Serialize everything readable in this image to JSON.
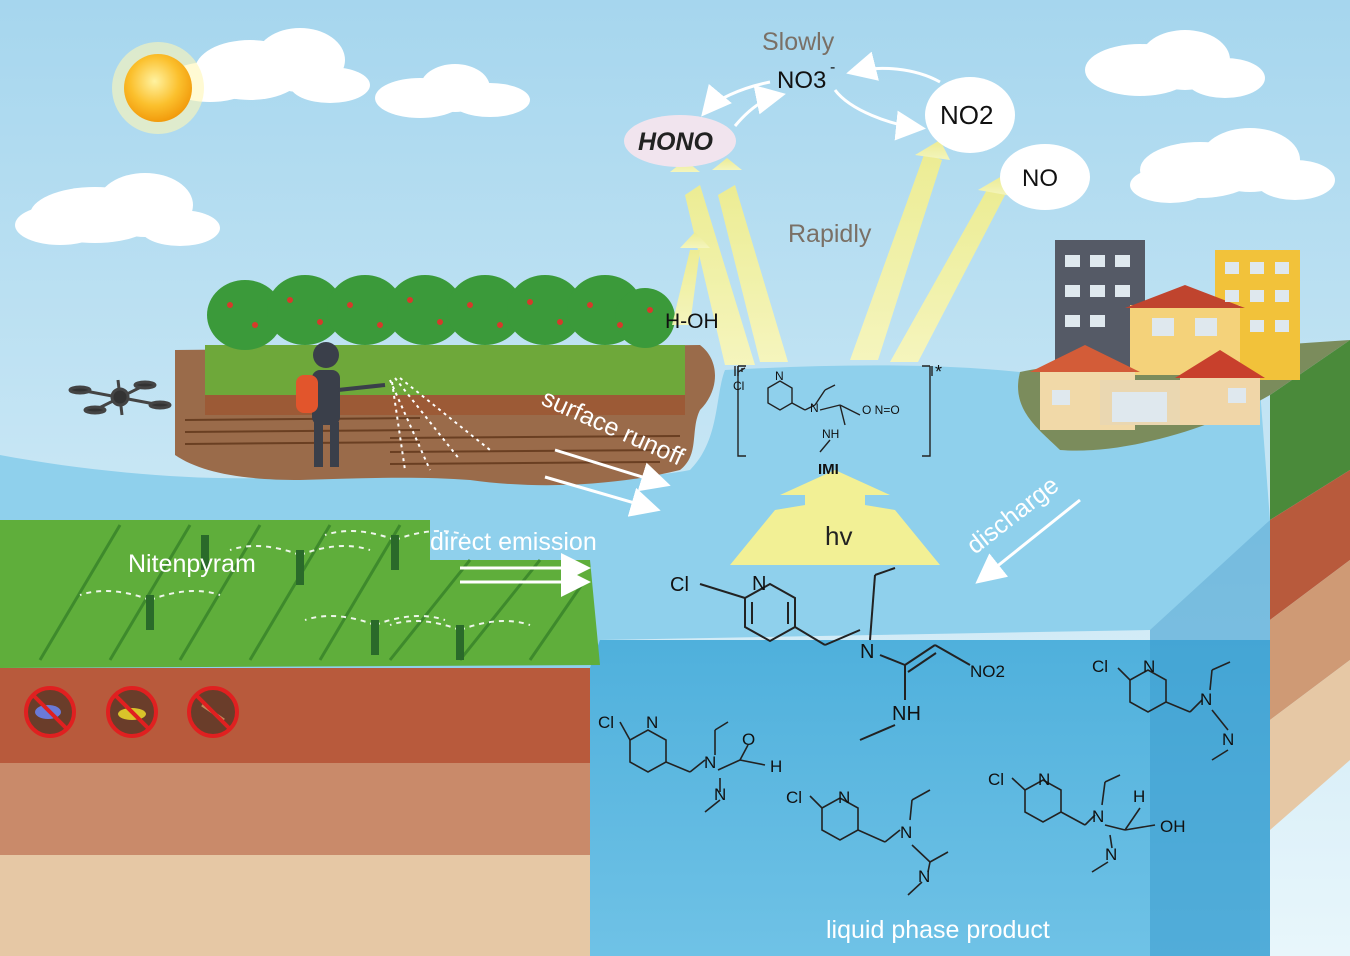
{
  "atmosphere": {
    "slowly": "Slowly",
    "rapidly": "Rapidly",
    "no3": "NO3",
    "no3_charge": "-",
    "hono": "HONO",
    "no2": "NO2",
    "no": "NO",
    "h_oh": "H-OH"
  },
  "intermediate": {
    "label": "IMI",
    "excited_mark": "*",
    "cl": "Cl",
    "n_ring": "N",
    "n_amine": "N",
    "nh": "NH",
    "o_n_o": "O  N=O"
  },
  "pathways": {
    "surface_runoff": "surface runoff",
    "direct_emission": "direct emission",
    "discharge": "discharge",
    "hv": "hv"
  },
  "field": {
    "pesticide": "Nitenpyram"
  },
  "parent": {
    "cl": "Cl",
    "n_ring": "N",
    "n_amine": "N",
    "no2": "NO2",
    "nh": "NH"
  },
  "products": {
    "p1": {
      "cl": "Cl",
      "n_ring": "N",
      "n_amine": "N",
      "n_imine": "N",
      "o": "O",
      "h": "H"
    },
    "p2": {
      "cl": "Cl",
      "n_ring": "N",
      "n_amine": "N",
      "n_imine": "N"
    },
    "p3": {
      "cl": "Cl",
      "n_ring": "N",
      "n_amine": "N",
      "n_imine": "N",
      "h": "H",
      "oh": "OH"
    },
    "p4": {
      "cl": "Cl",
      "n_ring": "N",
      "n_amine": "N",
      "n_imine": "N"
    },
    "caption": "liquid phase product"
  },
  "colors": {
    "sky": "#bfe3f3",
    "water_surface": "#8fd0ec",
    "water_front": "#55b3dd",
    "soil": "#b85a3c",
    "sand": "#e6c8a5",
    "grass": "#5fae3b",
    "beam": "#f6f3a0"
  },
  "icons": [
    "sun-icon",
    "drone-icon",
    "no-bacteria-icon",
    "no-caterpillar-icon",
    "no-mosquito-icon"
  ]
}
